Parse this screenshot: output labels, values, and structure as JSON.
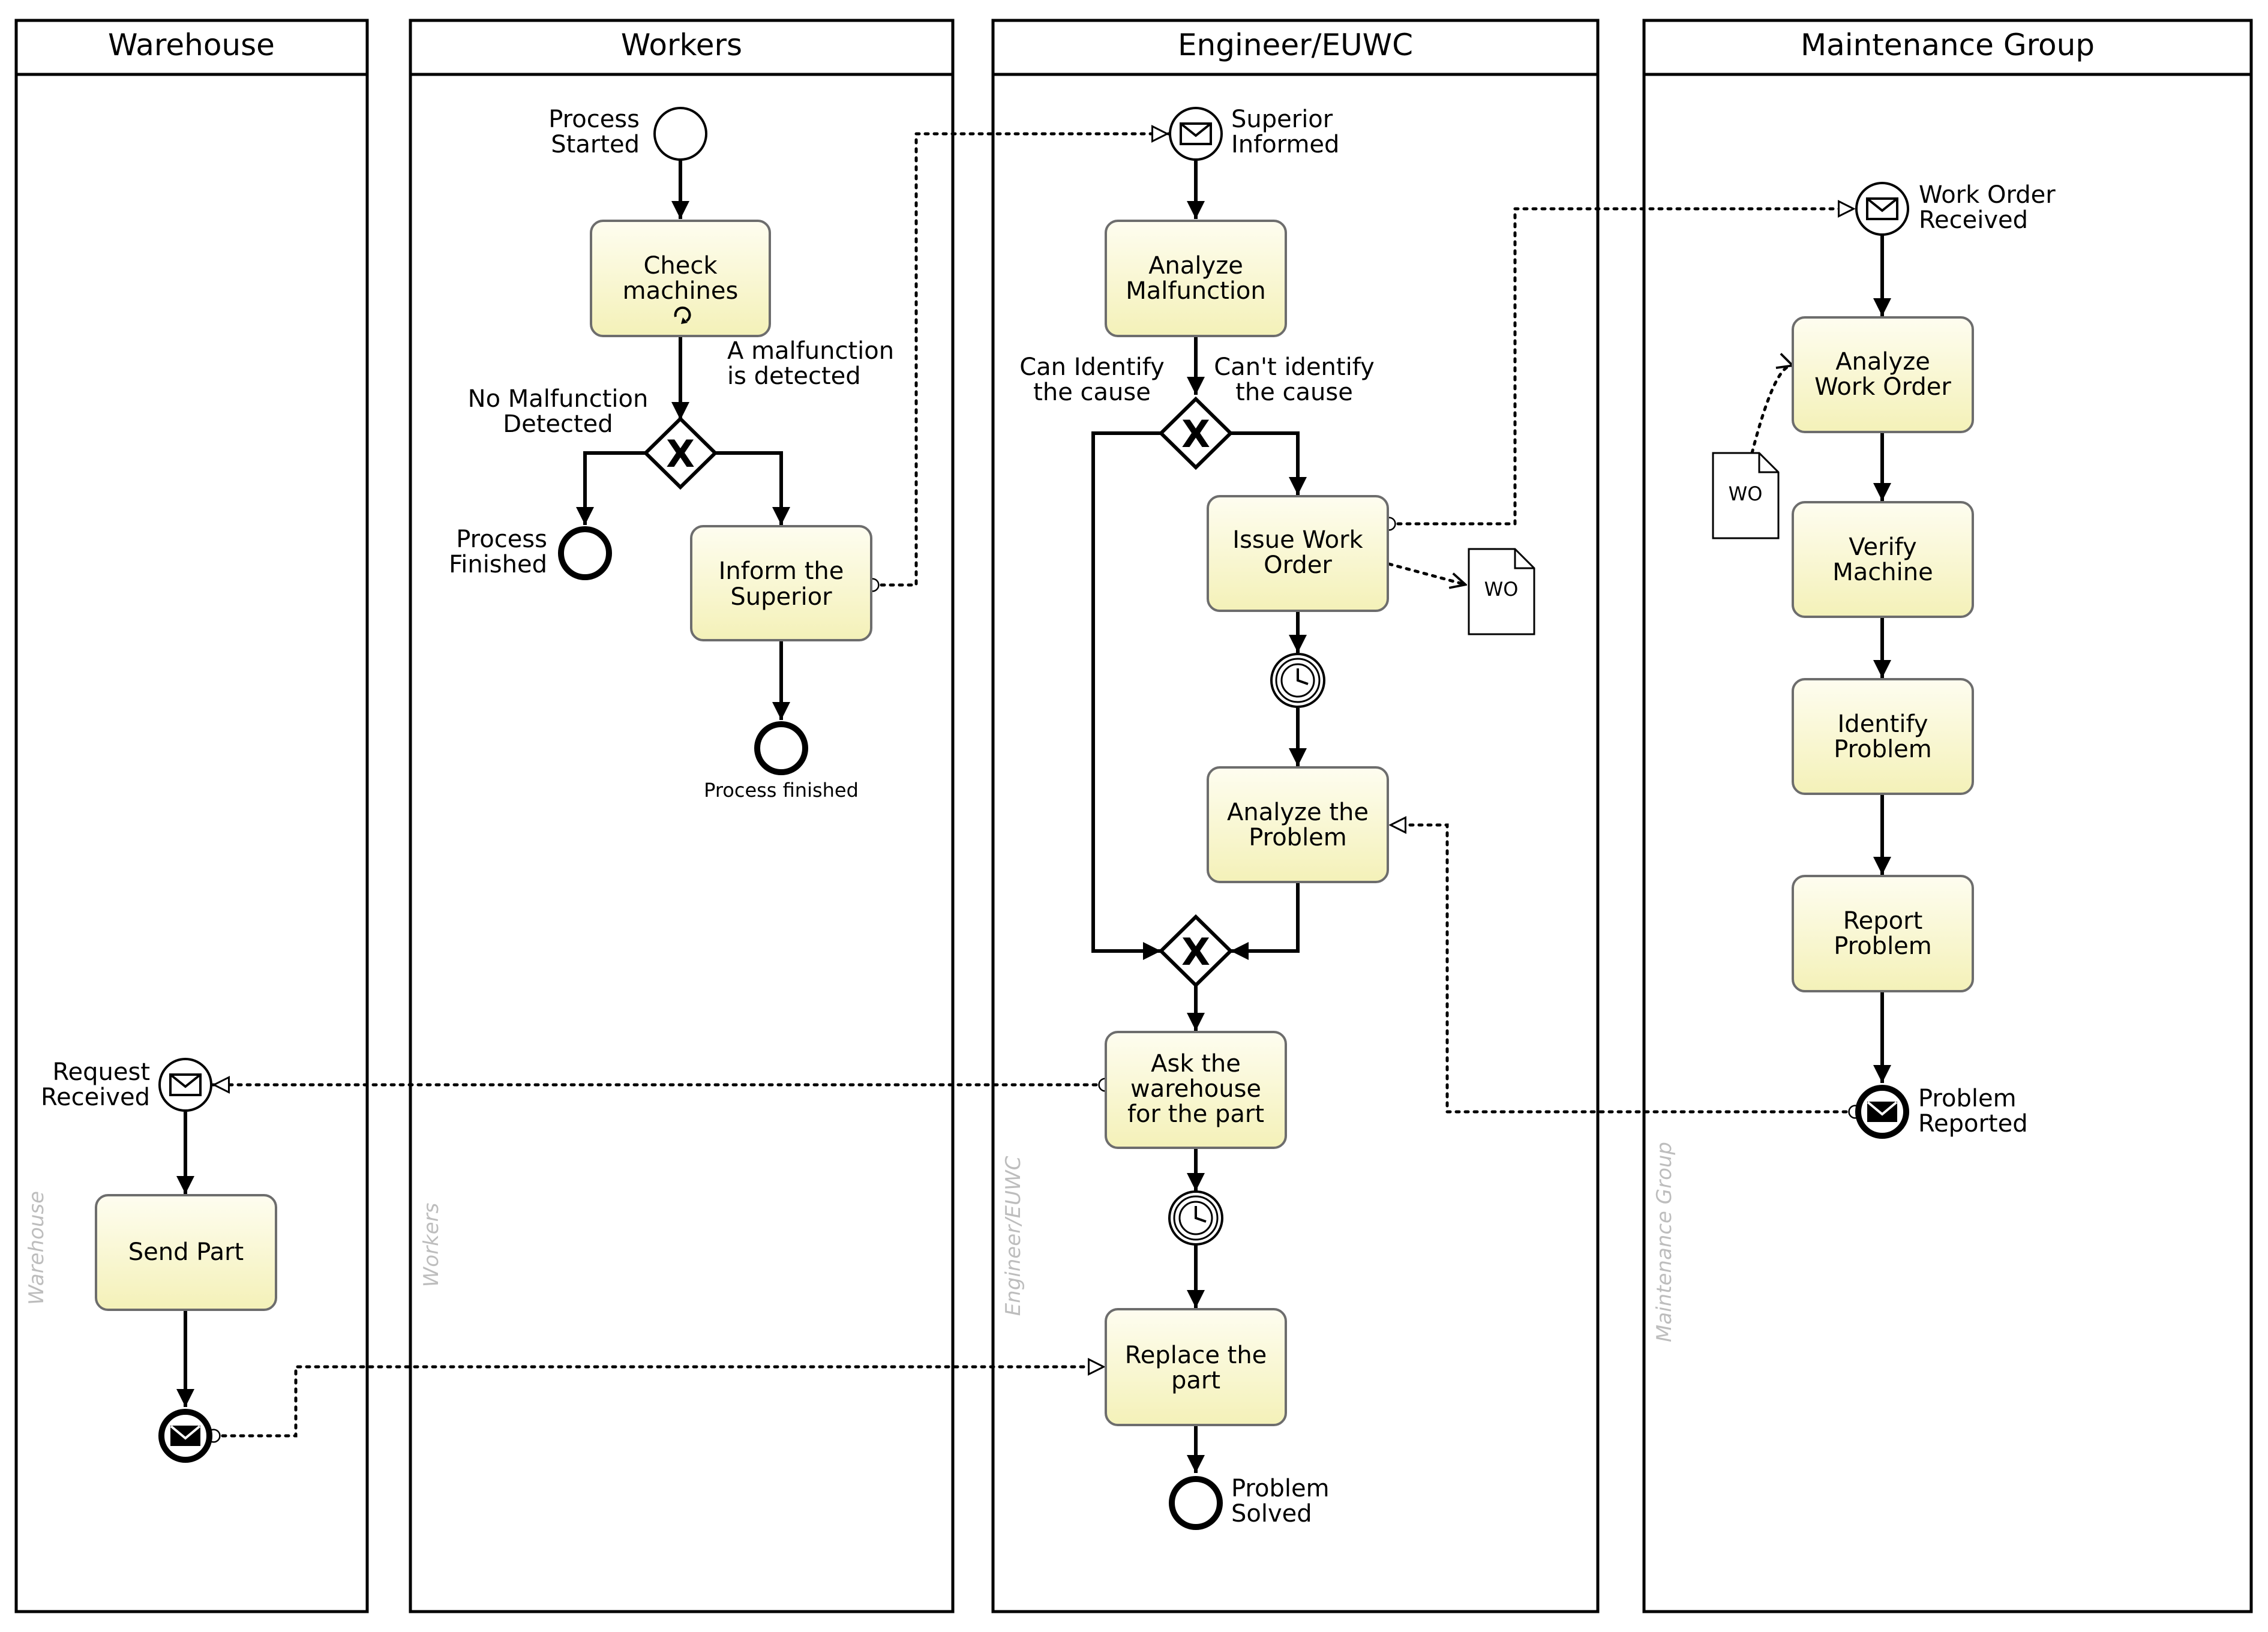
{
  "lanes": {
    "warehouse": {
      "title": "Warehouse",
      "side": "Warehouse"
    },
    "workers": {
      "title": "Workers",
      "side": "Workers"
    },
    "engineer": {
      "title": "Engineer/EUWC",
      "side": "Engineer/EUWC"
    },
    "maintenance": {
      "title": "Maintenance Group",
      "side": "Maintenance Group"
    }
  },
  "tasks": {
    "check_machines": [
      "Check",
      "machines"
    ],
    "inform_superior": [
      "Inform the",
      "Superior"
    ],
    "analyze_malfunction": [
      "Analyze",
      "Malfunction"
    ],
    "issue_work_order": [
      "Issue Work",
      "Order"
    ],
    "analyze_problem": [
      "Analyze the",
      "Problem"
    ],
    "ask_warehouse": [
      "Ask the",
      "warehouse",
      "for the part"
    ],
    "replace_part": [
      "Replace the",
      "part"
    ],
    "send_part": [
      "Send Part"
    ],
    "analyze_work_order": [
      "Analyze",
      "Work Order"
    ],
    "verify_machine": [
      "Verify",
      "Machine"
    ],
    "identify_problem": [
      "Identify",
      "Problem"
    ],
    "report_problem": [
      "Report",
      "Problem"
    ]
  },
  "events": {
    "process_started": [
      "Process",
      "Started"
    ],
    "process_finished_left": [
      "Process",
      "Finished"
    ],
    "process_finished_bottom": "Process finished",
    "superior_informed": [
      "Superior",
      "Informed"
    ],
    "work_order_received": [
      "Work Order",
      "Received"
    ],
    "request_received": [
      "Request",
      "Received"
    ],
    "problem_solved": [
      "Problem",
      "Solved"
    ],
    "problem_reported": [
      "Problem",
      "Reported"
    ]
  },
  "flow_labels": {
    "no_malfunction": [
      "No Malfunction",
      "Detected"
    ],
    "malfunction_detected": [
      "A malfunction",
      "is detected"
    ],
    "can_identify": [
      "Can Identify",
      "the cause"
    ],
    "cant_identify": [
      "Can't identify",
      "the cause"
    ]
  },
  "data_objects": {
    "wo_engineer": "WO",
    "wo_maintenance": "WO"
  },
  "gateway_marker": "X",
  "colors": {
    "task_fill_top": "#fefdf0",
    "task_fill_bottom": "#f4f1b8",
    "task_stroke": "#6d6d6d",
    "lane_side_text": "#bdbdbd"
  }
}
